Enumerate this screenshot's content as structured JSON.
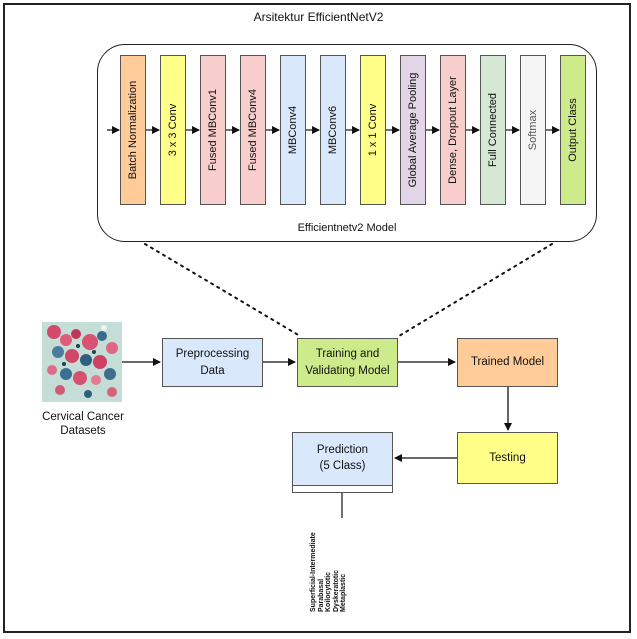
{
  "title": "Arsitektur EfficientNetV2",
  "model_caption": "Efficientnetv2 Model",
  "layers": [
    {
      "label": "Batch Normalization",
      "color": "#ffcc99"
    },
    {
      "label": "3 x 3 Conv",
      "color": "#ffff88"
    },
    {
      "label": "Fused MBConv1",
      "color": "#f8cecc"
    },
    {
      "label": "Fused MBConv4",
      "color": "#f8cecc"
    },
    {
      "label": "MBConv4",
      "color": "#dae8fc"
    },
    {
      "label": "MBConv6",
      "color": "#dae8fc"
    },
    {
      "label": "1 x 1 Conv",
      "color": "#ffff88"
    },
    {
      "label": "Global Average Pooling",
      "color": "#e1d5e7"
    },
    {
      "label": "Dense, Dropout Layer",
      "color": "#f8cecc"
    },
    {
      "label": "Full Connected",
      "color": "#d5e8d4"
    },
    {
      "label": "Softmax",
      "color": "#f5f5f5"
    },
    {
      "label": "Output Class",
      "color": "#cdeb8b"
    }
  ],
  "dataset": {
    "label_line1": "Cervical Cancer",
    "label_line2": "Datasets"
  },
  "pipeline": {
    "preprocessing": {
      "line1": "Preprocessing",
      "line2": "Data",
      "color": "#dae8fc"
    },
    "training": {
      "line1": "Training and",
      "line2": "Validating Model",
      "color": "#cdeb8b"
    },
    "trained_model": {
      "label": "Trained Model",
      "color": "#ffcc99"
    },
    "testing": {
      "label": "Testing",
      "color": "#ffff88"
    },
    "prediction": {
      "line1": "Prediction",
      "line2": "(5 Class)",
      "color": "#dae8fc"
    }
  },
  "classes": [
    "Superficial-Intermediate",
    "Parabasal",
    "Koilocytotic",
    "Dyskeratotic",
    "Metaplastic"
  ]
}
